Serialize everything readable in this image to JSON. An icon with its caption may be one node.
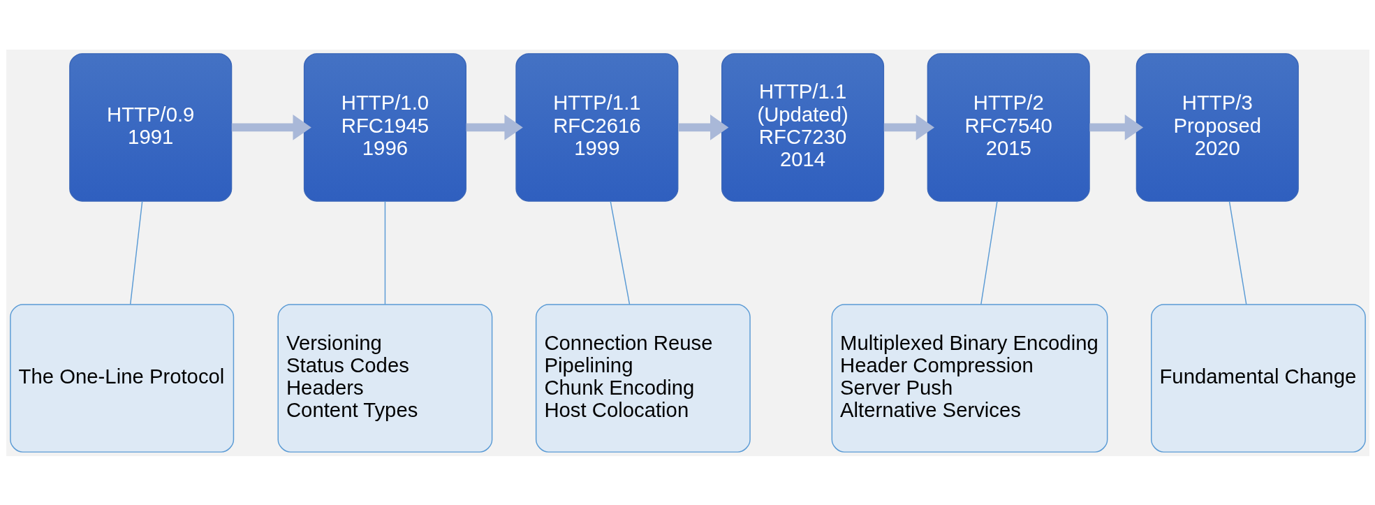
{
  "diagram": {
    "nodes": [
      {
        "text": [
          "HTTP/0.9",
          "1991"
        ]
      },
      {
        "text": [
          "HTTP/1.0",
          "RFC1945",
          "1996"
        ]
      },
      {
        "text": [
          "HTTP/1.1",
          "RFC2616",
          "1999"
        ]
      },
      {
        "text": [
          "HTTP/1.1",
          "(Updated)",
          "RFC7230",
          "2014"
        ]
      },
      {
        "text": [
          "HTTP/2",
          "RFC7540",
          "2015"
        ]
      },
      {
        "text": [
          "HTTP/3",
          "Proposed",
          "2020"
        ]
      },
      {
        "text": [
          "The One-Line Protocol"
        ]
      },
      {
        "text": [
          "Versioning",
          "Status Codes",
          "Headers",
          "Content Types"
        ]
      },
      {
        "text": [
          "Connection Reuse",
          "Pipelining",
          "Chunk Encoding",
          "Host Colocation"
        ]
      },
      {
        "text": [
          "Multiplexed Binary Encoding",
          "Header Compression",
          "Server Push",
          "Alternative Services"
        ]
      },
      {
        "text": [
          "Fundamental Change"
        ]
      }
    ],
    "edges": [
      {
        "from": 0,
        "to": 1,
        "arrow": "to",
        "style": "thick"
      },
      {
        "from": 1,
        "to": 2,
        "arrow": "to",
        "style": "thick"
      },
      {
        "from": 2,
        "to": 3,
        "arrow": "to",
        "style": "thick"
      },
      {
        "from": 3,
        "to": 4,
        "arrow": "to",
        "style": "thick"
      },
      {
        "from": 4,
        "to": 5,
        "arrow": "to",
        "style": "thick"
      },
      {
        "from": 0,
        "to": 6,
        "arrow": "none",
        "color": "#5b9bd5"
      },
      {
        "from": 1,
        "to": 7,
        "arrow": "none",
        "color": "#5b9bd5"
      },
      {
        "from": 2,
        "to": 8,
        "arrow": "none",
        "color": "#5b9bd5"
      },
      {
        "from": 4,
        "to": 9,
        "arrow": "none",
        "color": "#5b9bd5"
      },
      {
        "from": 5,
        "to": 10,
        "arrow": "none",
        "color": "#5b9bd5"
      }
    ]
  }
}
